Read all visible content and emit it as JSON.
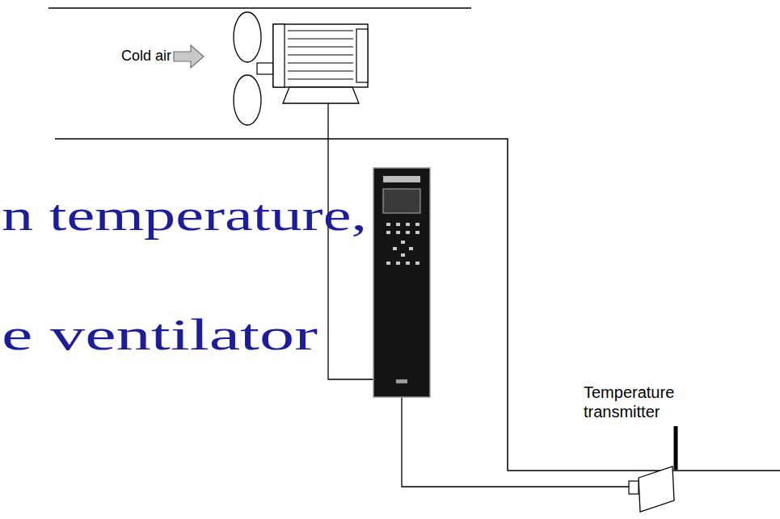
{
  "diagram": {
    "labels": [
      "Cold air",
      "n temperature,",
      "e ventilator",
      "Temperature transmitter"
    ]
  }
}
